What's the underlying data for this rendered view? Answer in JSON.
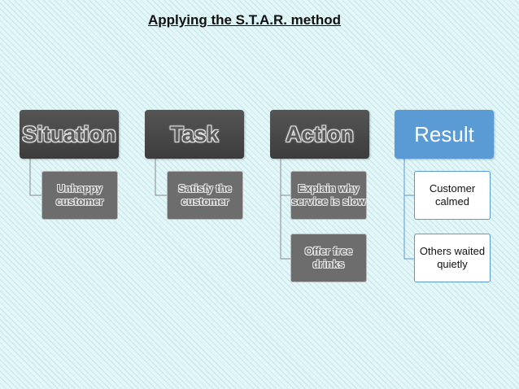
{
  "title": "Applying the S.T.A.R. method",
  "colors": {
    "active": "#5b9bd5",
    "dim": "#4a4a4a",
    "background": "#e3f6f8"
  },
  "columns": [
    {
      "label": "Situation",
      "items": [
        "Unhappy customer"
      ]
    },
    {
      "label": "Task",
      "items": [
        "Satisfy the customer"
      ]
    },
    {
      "label": "Action",
      "items": [
        "Explain why service is slow",
        "Offer free drinks"
      ]
    },
    {
      "label": "Result",
      "items": [
        "Customer calmed",
        "Others waited quietly"
      ]
    }
  ]
}
